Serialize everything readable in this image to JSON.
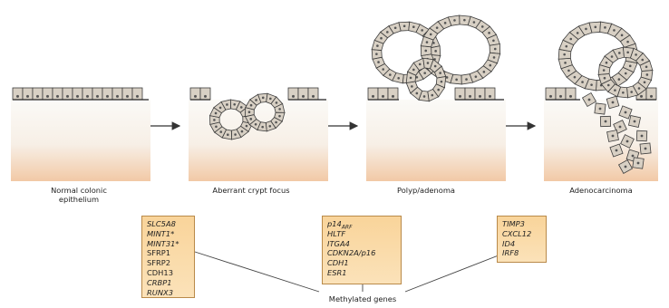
{
  "stages": [
    {
      "label": "Normal colonic",
      "label_line2": "epithelium"
    },
    {
      "label": "Aberrant crypt focus"
    },
    {
      "label": "Polyp/adenoma"
    },
    {
      "label": "Adenocarcinoma"
    }
  ],
  "gene_boxes": [
    {
      "genes": [
        "SLC5A8",
        "MINT1*",
        "MINT31*",
        "SFRP1",
        "SFRP2",
        "CDH13",
        "CRBP1",
        "RUNX3"
      ]
    },
    {
      "genes": [
        "p14",
        "HLTF",
        "ITGA4",
        "CDKN2A/p16",
        "CDH1",
        "ESR1"
      ],
      "p14_subscript": "ARF"
    },
    {
      "genes": [
        "TIMP3",
        "CXCL12",
        "ID4",
        "IRF8"
      ]
    }
  ],
  "footer_label": "Methylated genes",
  "colors": {
    "cell_fill": "#d8d0c4",
    "cell_stroke": "#3c3c3c",
    "tissue_top": "#fbfaf7",
    "tissue_bottom": "#f2c9a6",
    "box_fill": "#f9d49a",
    "box_border": "#b98a4a",
    "arrow": "#333333"
  }
}
